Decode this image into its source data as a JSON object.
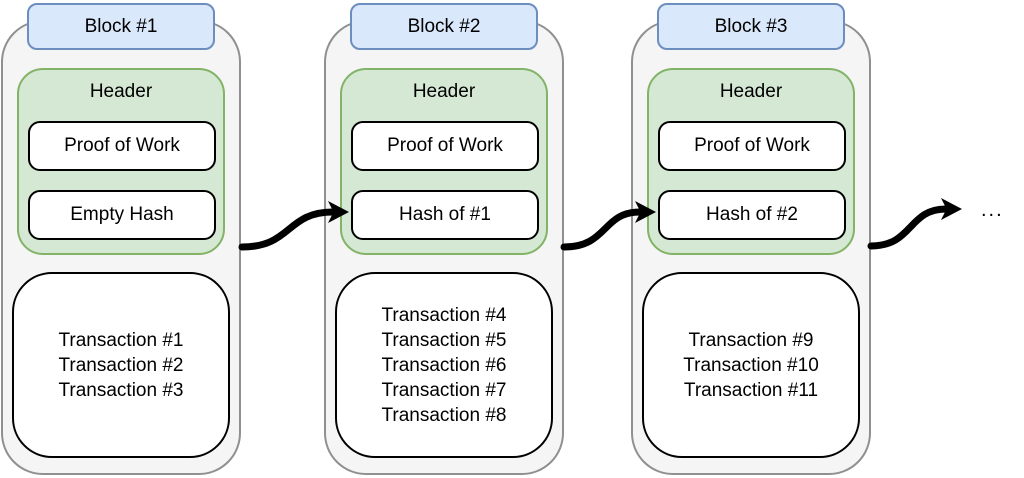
{
  "ellipsis_label": "...",
  "colors": {
    "tab_fill": "#dae8fc",
    "tab_border": "#6c8ebf",
    "header_fill": "#d5e8d4",
    "header_border": "#82b366",
    "container_fill": "#f5f5f5",
    "container_border": "#909090",
    "box_fill": "#ffffff",
    "box_border": "#000000",
    "arrow_color": "#000000",
    "text_color": "#000000"
  },
  "blocks": [
    {
      "title": "Block #1",
      "header_label": "Header",
      "proof_label": "Proof of Work",
      "hash_label": "Empty Hash",
      "transactions": [
        "Transaction #1",
        "Transaction #2",
        "Transaction #3"
      ]
    },
    {
      "title": "Block #2",
      "header_label": "Header",
      "proof_label": "Proof of Work",
      "hash_label": "Hash of #1",
      "transactions": [
        "Transaction #4",
        "Transaction #5",
        "Transaction #6",
        "Transaction #7",
        "Transaction #8"
      ]
    },
    {
      "title": "Block #3",
      "header_label": "Header",
      "proof_label": "Proof of Work",
      "hash_label": "Hash of #2",
      "transactions": [
        "Transaction #9",
        "Transaction #10",
        "Transaction #11"
      ]
    }
  ]
}
